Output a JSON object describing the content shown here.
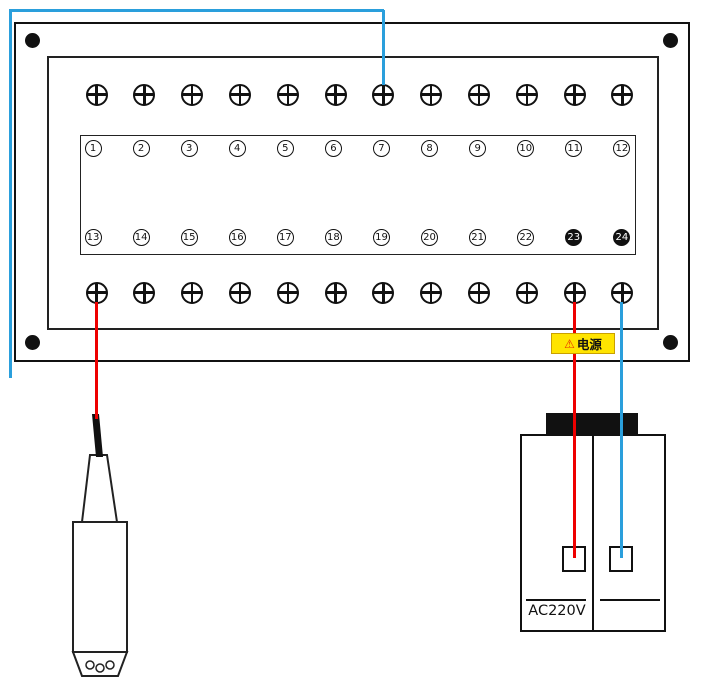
{
  "panel": {
    "screws_per_row": 12,
    "terminal_numbers_top": [
      "1",
      "2",
      "3",
      "4",
      "5",
      "6",
      "7",
      "8",
      "9",
      "10",
      "11",
      "12"
    ],
    "terminal_numbers_bottom": [
      "13",
      "14",
      "15",
      "16",
      "17",
      "18",
      "19",
      "20",
      "21",
      "22",
      "23",
      "24"
    ],
    "filled_terminals": [
      "23",
      "24"
    ]
  },
  "power_label": {
    "symbol": "⚠",
    "text": "电源",
    "bg": "#ffe400"
  },
  "device": {
    "label": "AC220V"
  },
  "wires": {
    "red_color": "#ee0000",
    "blue_color": "#2a9fdc"
  }
}
